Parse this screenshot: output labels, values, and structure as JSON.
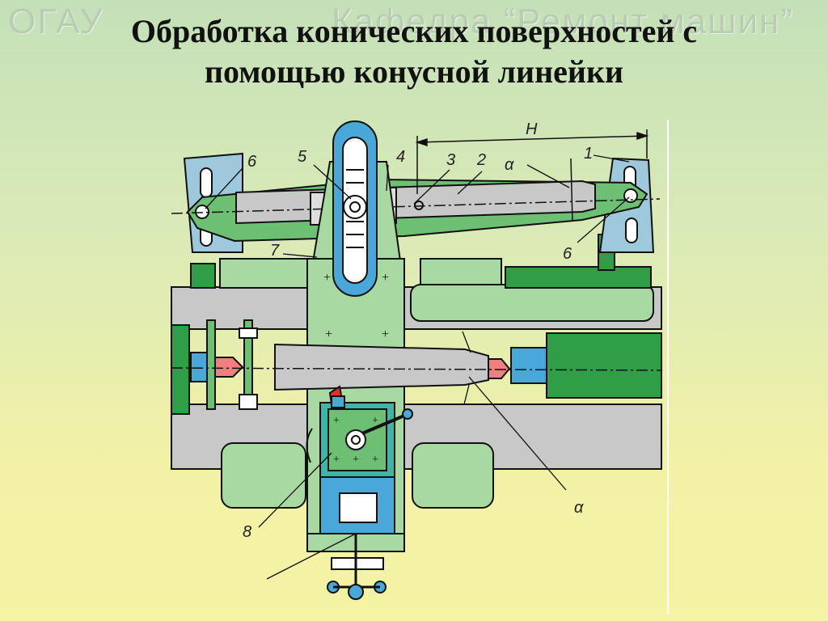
{
  "header": {
    "watermark_left": "ОГАУ",
    "watermark_right": "Кафедра “Ремонт машин”",
    "title_line1": "Обработка конических поверхностей с",
    "title_line2": "помощью конусной линейки"
  },
  "diagram": {
    "labels": {
      "dim_h": "H",
      "angle_top": "α",
      "angle_bottom": "α",
      "n1": "1",
      "n2": "2",
      "n3": "3",
      "n4": "4",
      "n5": "5",
      "n6_left": "6",
      "n6_right": "6",
      "n7": "7",
      "n8": "8"
    },
    "colors": {
      "green": "#6cbf73",
      "light_green": "#a9d9a3",
      "gray": "#c8c8c8",
      "blue": "#4aa8d8",
      "dark_green": "#2f7d3a",
      "pink": "#f08080"
    }
  }
}
